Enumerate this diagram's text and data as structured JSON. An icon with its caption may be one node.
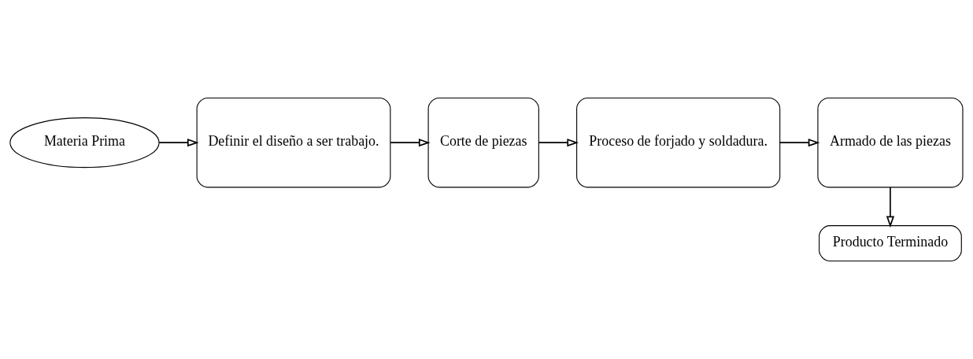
{
  "diagram": {
    "nodes": [
      {
        "text": [
          "Materia Prima"
        ]
      },
      {
        "text": [
          "Definir el diseño a ser trabajo."
        ]
      },
      {
        "text": [
          "Corte de piezas"
        ]
      },
      {
        "text": [
          "Proceso de forjado y soldadura."
        ]
      },
      {
        "text": [
          "Armado de las piezas"
        ]
      },
      {
        "text": [
          "Producto Terminado"
        ]
      }
    ],
    "edges": [
      {
        "from": 0,
        "to": 1,
        "arrow": "to"
      },
      {
        "from": 1,
        "to": 2,
        "arrow": "to"
      },
      {
        "from": 2,
        "to": 3,
        "arrow": "to"
      },
      {
        "from": 3,
        "to": 4,
        "arrow": "to"
      },
      {
        "from": 4,
        "to": 5,
        "arrow": "to"
      }
    ]
  }
}
